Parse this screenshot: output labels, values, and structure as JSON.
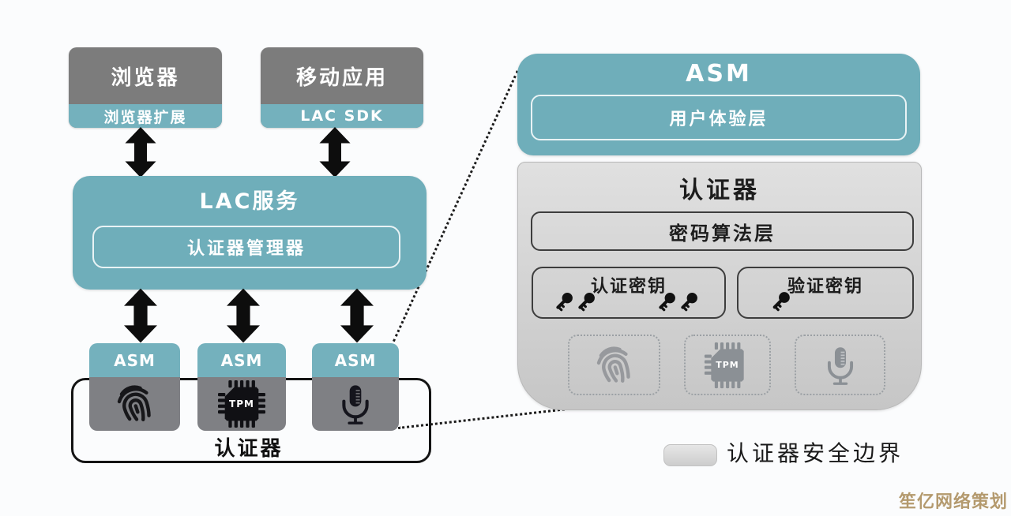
{
  "left_diagram": {
    "top_boxes": [
      {
        "title": "浏览器",
        "strip": "浏览器扩展"
      },
      {
        "title": "移动应用",
        "strip": "LAC SDK"
      }
    ],
    "lac_service": {
      "title": "LAC服务",
      "inner_box": "认证器管理器"
    },
    "asm_units": [
      {
        "label": "ASM",
        "icon": "fingerprint-icon"
      },
      {
        "label": "ASM",
        "icon": "tpm-chip-icon",
        "chip_text": "TPM"
      },
      {
        "label": "ASM",
        "icon": "microphone-icon"
      }
    ],
    "boundary_label": "认证器"
  },
  "right_panel": {
    "asm_box": {
      "title": "ASM",
      "inner_box": "用户体验层"
    },
    "authenticator_box": {
      "title": "认证器",
      "crypto_layer": "密码算法层",
      "key_boxes": [
        {
          "label": "认证密钥",
          "key_count": 4
        },
        {
          "label": "验证密钥",
          "key_count": 1
        }
      ],
      "sensor_slots": [
        {
          "icon": "fingerprint-icon"
        },
        {
          "icon": "tpm-chip-icon",
          "chip_text": "TPM"
        },
        {
          "icon": "microphone-icon"
        }
      ]
    }
  },
  "legend": {
    "label": "认证器安全边界"
  },
  "watermark": "笙亿网络策划",
  "colors": {
    "teal": "#6FAEBA",
    "teal_light": "#74B1BD",
    "box_gray": "#7C7C7C",
    "asm_body_gray": "#7F8084",
    "panel_gray_top": "#E0E0E0",
    "panel_gray_bottom": "#C6C6C6",
    "arrow_black": "#0D0D0D",
    "dark_border": "#3D3D3D",
    "sensor_icon_gray": "#8B9095",
    "watermark_tan": "#B49A6E",
    "background": "#FBFCFD"
  }
}
